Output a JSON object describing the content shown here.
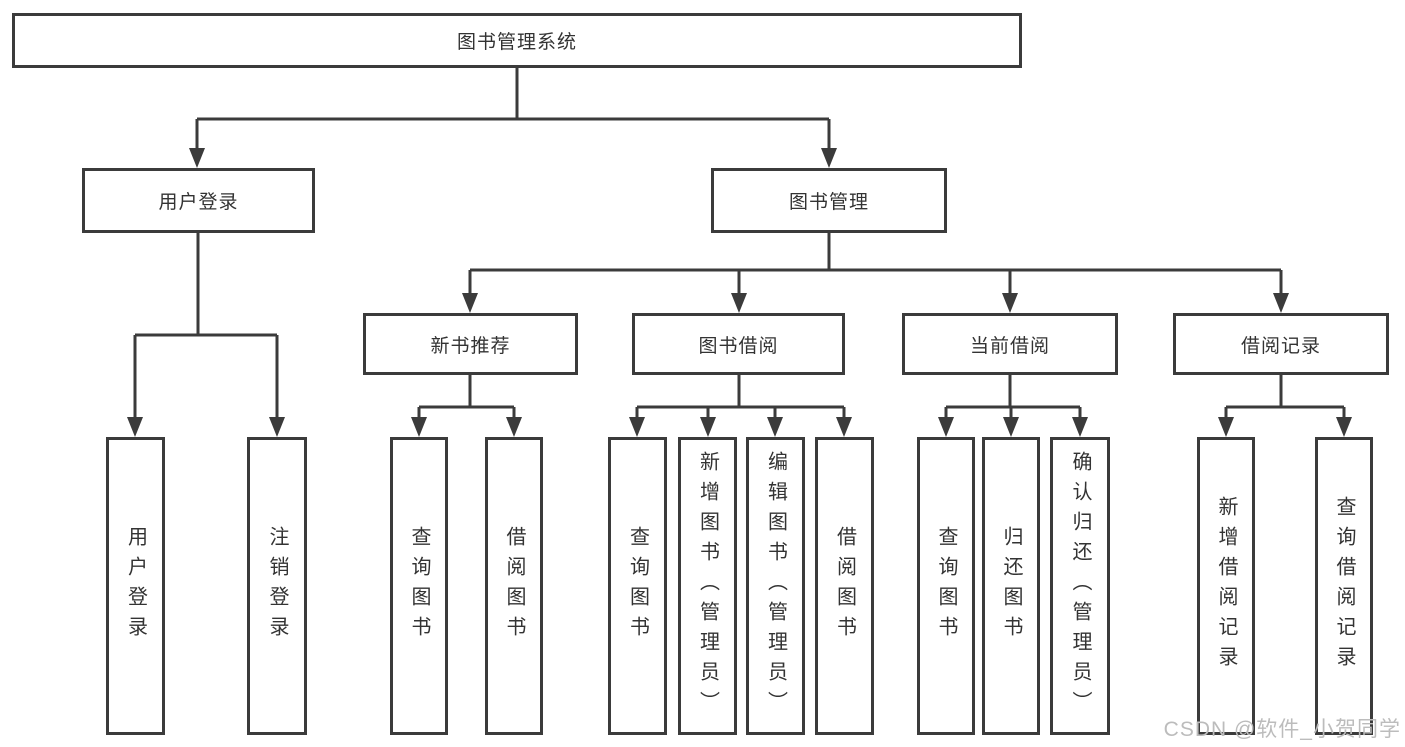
{
  "diagram_type": "hierarchy-tree",
  "colors": {
    "line": "#3b3b3b",
    "box_border": "#3b3b3b",
    "box_background": "#ffffff",
    "text": "#333333",
    "watermark": "#bcbcbc"
  },
  "tree": {
    "label": "图书管理系统",
    "children": [
      {
        "label": "用户登录",
        "children": [
          {
            "label": "用户登录"
          },
          {
            "label": "注销登录"
          }
        ]
      },
      {
        "label": "图书管理",
        "children": [
          {
            "label": "新书推荐",
            "children": [
              {
                "label": "查询图书"
              },
              {
                "label": "借阅图书"
              }
            ]
          },
          {
            "label": "图书借阅",
            "children": [
              {
                "label": "查询图书"
              },
              {
                "label": "新增图书（管理员）"
              },
              {
                "label": "编辑图书（管理员）"
              },
              {
                "label": "借阅图书"
              }
            ]
          },
          {
            "label": "当前借阅",
            "children": [
              {
                "label": "查询图书"
              },
              {
                "label": "归还图书"
              },
              {
                "label": "确认归还（管理员）"
              }
            ]
          },
          {
            "label": "借阅记录",
            "children": [
              {
                "label": "新增借阅记录"
              },
              {
                "label": "查询借阅记录"
              }
            ]
          }
        ]
      }
    ]
  },
  "watermark": {
    "text": "CSDN @软件_小贺同学"
  }
}
